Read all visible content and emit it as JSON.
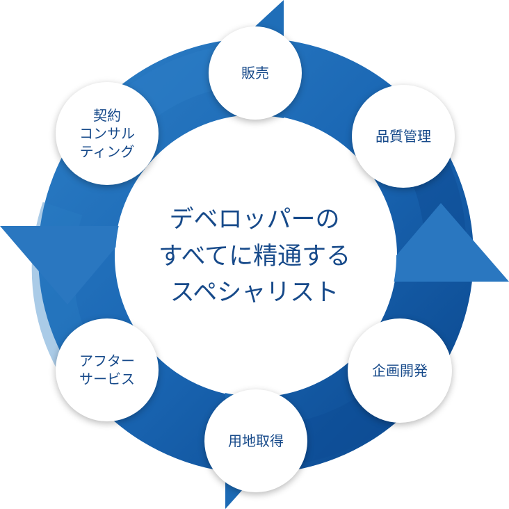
{
  "center_text": "デベロッパーの\nすべてに精通する\nスペシャリスト",
  "nodes": [
    {
      "id": "sales",
      "label": "販売"
    },
    {
      "id": "quality",
      "label": "品質管理"
    },
    {
      "id": "planning",
      "label": "企画開発"
    },
    {
      "id": "land",
      "label": "用地取得"
    },
    {
      "id": "after",
      "label": "アフター\nサービス"
    },
    {
      "id": "contract",
      "label": "契約\nコンサル\nティング"
    }
  ],
  "colors": {
    "ring_dark": "#0f4f96",
    "ring_mid": "#1a67b5",
    "ring_light": "#2c7ec6",
    "arrow": "#1f6eb8",
    "text": "#174a8a",
    "node_bg": "#ffffff"
  }
}
